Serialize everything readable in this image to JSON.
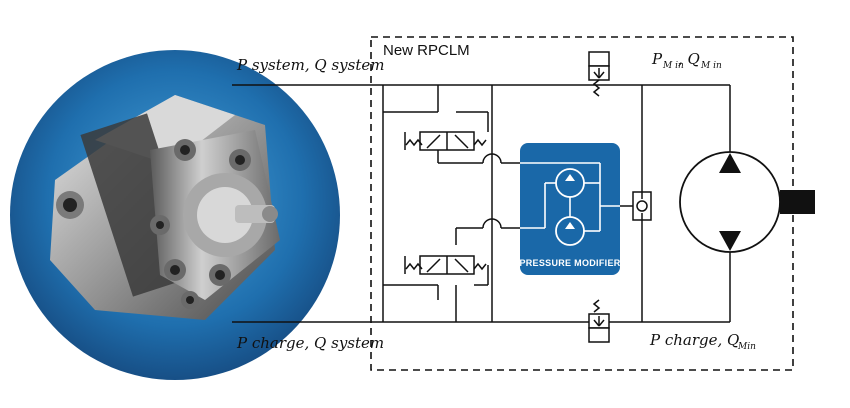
{
  "diagram": {
    "box_title": "New RPCLM",
    "labels": {
      "p_system": "P system, Q system",
      "p_charge_left": "P charge, Q system",
      "p_motor_in": "P",
      "p_motor_in_sub": "M in",
      "q_motor_in": ", Q",
      "q_motor_in_sub": "M in",
      "p_charge_right": "P charge, Q",
      "p_charge_right_sub": "Min"
    },
    "pressure_modifier_label": "PRESSURE MODIFIER",
    "colors": {
      "accent_blue": "#1a68a8",
      "photo_bg_blue": "#1f6fae",
      "line": "#111111"
    },
    "image": "motor-photo"
  }
}
